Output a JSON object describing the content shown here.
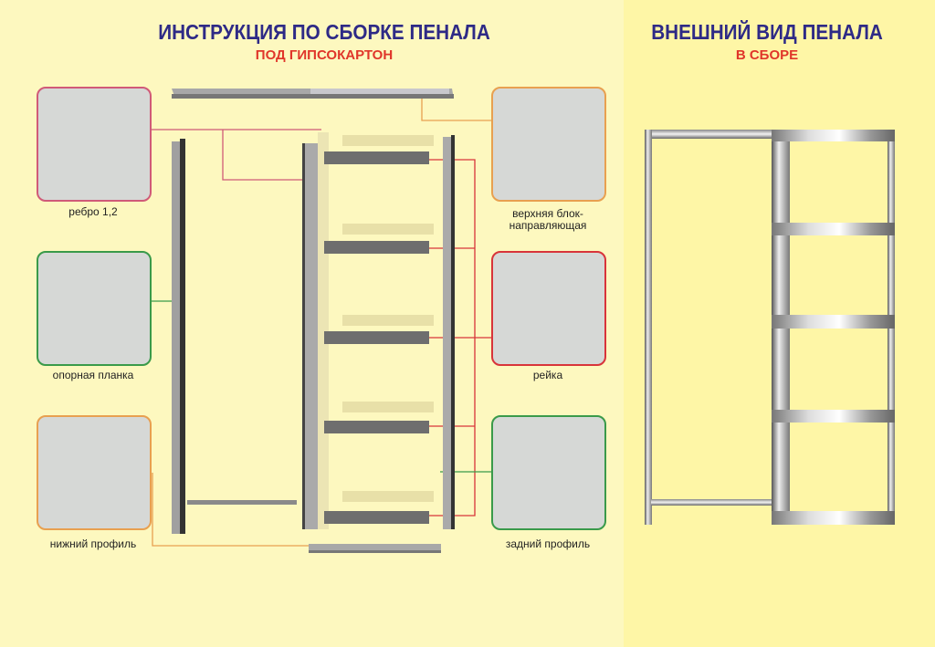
{
  "left": {
    "title": "ИНСТРУКЦИЯ ПО СБОРКЕ ПЕНАЛА",
    "subtitle": "ПОД ГИПСОКАРТОН"
  },
  "right": {
    "title": "ВНЕШНИЙ ВИД ПЕНАЛА",
    "subtitle": "В СБОРЕ"
  },
  "parts": [
    {
      "label": "ребро 1,2",
      "color": "#d05a78"
    },
    {
      "label": "опорная планка",
      "color": "#3a9a4a"
    },
    {
      "label": "нижний профиль",
      "color": "#e8a050"
    },
    {
      "label_line1": "верхняя блок-",
      "label_line2": "направляющая",
      "color": "#e8a050"
    },
    {
      "label": "рейка",
      "color": "#d8343a"
    },
    {
      "label": "задний профиль",
      "color": "#3a9a4a"
    }
  ]
}
